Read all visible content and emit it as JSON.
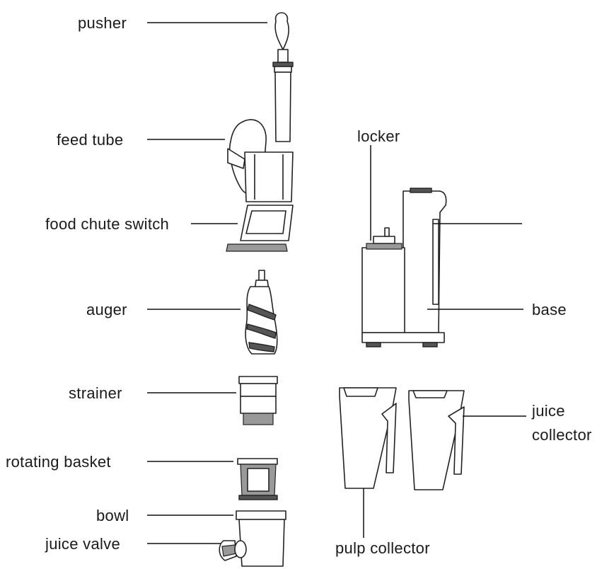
{
  "labels": {
    "pusher": "pusher",
    "feed_tube": "feed tube",
    "food_chute_switch": "food chute switch",
    "auger": "auger",
    "strainer": "strainer",
    "rotating_basket": "rotating basket",
    "bowl": "bowl",
    "juice_valve": "juice valve",
    "locker": "locker",
    "base": "base",
    "juice_collector_line1": "juice",
    "juice_collector_line2": "collector",
    "pulp_collector": "pulp collector"
  }
}
